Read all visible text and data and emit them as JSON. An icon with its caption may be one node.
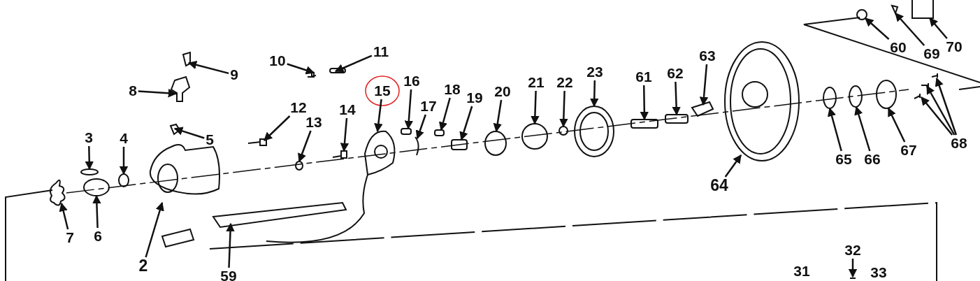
{
  "diagram": {
    "nodes": [
      {
        "text": [
          "9"
        ]
      },
      {
        "text": [
          "10"
        ]
      },
      {
        "text": [
          "11"
        ]
      },
      {
        "text": [
          "8"
        ]
      },
      {
        "text": [
          "12"
        ]
      },
      {
        "text": [
          "5"
        ]
      },
      {
        "text": [
          "3"
        ]
      },
      {
        "text": [
          "4"
        ]
      },
      {
        "text": [
          "13"
        ]
      },
      {
        "text": [
          "14"
        ]
      },
      {
        "text": [
          "15"
        ]
      },
      {
        "text": [
          "16"
        ]
      },
      {
        "text": [
          "17"
        ]
      },
      {
        "text": [
          "18"
        ]
      },
      {
        "text": [
          "19"
        ]
      },
      {
        "text": [
          "20"
        ]
      },
      {
        "text": [
          "21"
        ]
      },
      {
        "text": [
          "22"
        ]
      },
      {
        "text": [
          "23"
        ]
      },
      {
        "text": [
          "61"
        ]
      },
      {
        "text": [
          "62"
        ]
      },
      {
        "text": [
          "63"
        ]
      },
      {
        "text": [
          "60"
        ]
      },
      {
        "text": [
          "69"
        ]
      },
      {
        "text": [
          "70"
        ]
      },
      {
        "text": [
          "65"
        ]
      },
      {
        "text": [
          "66"
        ]
      },
      {
        "text": [
          "67"
        ]
      },
      {
        "text": [
          "68"
        ]
      },
      {
        "text": [
          "64"
        ]
      },
      {
        "text": [
          "7"
        ]
      },
      {
        "text": [
          "6"
        ]
      },
      {
        "text": [
          "2"
        ]
      },
      {
        "text": [
          "59"
        ]
      },
      {
        "text": [
          "32"
        ]
      },
      {
        "text": [],
        "shape": "picture"
      },
      {
        "text": [],
        "shape": "picture"
      },
      {
        "text": [],
        "shape": "box"
      },
      {
        "text": [],
        "shape": "picture"
      },
      {
        "text": [],
        "shape": "picture"
      },
      {
        "text": [],
        "shape": "picture"
      },
      {
        "text": [],
        "shape": "circle"
      },
      {
        "text": [],
        "shape": "circle"
      },
      {
        "text": [],
        "shape": "circle"
      },
      {
        "text": [],
        "shape": "picture"
      },
      {
        "text": [],
        "shape": "picture"
      },
      {
        "text": [],
        "shape": "box"
      },
      {
        "text": [],
        "shape": "picture"
      },
      {
        "text": [],
        "shape": "box"
      },
      {
        "text": [],
        "shape": "box"
      },
      {
        "text": [],
        "shape": "circle"
      },
      {
        "text": [],
        "shape": "circle"
      },
      {
        "text": [],
        "shape": "circle"
      },
      {
        "text": [],
        "shape": "picture"
      },
      {
        "text": [],
        "shape": "box"
      },
      {
        "text": [],
        "shape": "box"
      },
      {
        "text": [],
        "shape": "picture"
      },
      {
        "text": [],
        "shape": "circle"
      },
      {
        "text": [],
        "shape": "picture"
      },
      {
        "text": [],
        "shape": "picture"
      },
      {
        "text": [],
        "shape": "circle"
      },
      {
        "text": [],
        "shape": "circle"
      },
      {
        "text": [],
        "shape": "circle"
      },
      {
        "text": [],
        "shape": "picture"
      },
      {
        "text": [],
        "shape": "picture"
      },
      {
        "text": [],
        "shape": "picture"
      },
      {
        "text": [],
        "shape": "picture"
      },
      {
        "text": [],
        "shape": "picture"
      },
      {
        "text": [],
        "shape": "circle"
      },
      {
        "text": [],
        "shape": "picture"
      },
      {
        "text": [],
        "shape": "picture"
      },
      {
        "text": [],
        "shape": "picture"
      }
    ],
    "edges": [
      {
        "from": 0,
        "to": 35,
        "arrow": "to"
      },
      {
        "from": 1,
        "to": 36,
        "arrow": "to"
      },
      {
        "from": 2,
        "to": 37,
        "arrow": "to"
      },
      {
        "from": 3,
        "to": 38,
        "arrow": "to"
      },
      {
        "from": 4,
        "to": 39,
        "arrow": "to"
      },
      {
        "from": 5,
        "to": 40,
        "arrow": "to"
      },
      {
        "from": 6,
        "to": 41,
        "arrow": "to"
      },
      {
        "from": 7,
        "to": 42,
        "arrow": "to"
      },
      {
        "from": 8,
        "to": 43,
        "arrow": "to"
      },
      {
        "from": 9,
        "to": 44,
        "arrow": "to"
      },
      {
        "from": 10,
        "to": 45,
        "arrow": "to"
      },
      {
        "from": 11,
        "to": 46,
        "arrow": "to"
      },
      {
        "from": 12,
        "to": 47,
        "arrow": "to"
      },
      {
        "from": 13,
        "to": 48,
        "arrow": "to"
      },
      {
        "from": 14,
        "to": 49,
        "arrow": "to"
      },
      {
        "from": 15,
        "to": 50,
        "arrow": "to"
      },
      {
        "from": 16,
        "to": 51,
        "arrow": "to"
      },
      {
        "from": 17,
        "to": 52,
        "arrow": "to"
      },
      {
        "from": 18,
        "to": 53,
        "arrow": "to"
      },
      {
        "from": 19,
        "to": 54,
        "arrow": "to"
      },
      {
        "from": 20,
        "to": 55,
        "arrow": "to"
      },
      {
        "from": 21,
        "to": 56,
        "arrow": "to"
      },
      {
        "from": 22,
        "to": 57,
        "arrow": "to"
      },
      {
        "from": 23,
        "to": 58,
        "arrow": "to"
      },
      {
        "from": 24,
        "to": 59,
        "arrow": "to"
      },
      {
        "from": 25,
        "to": 60,
        "arrow": "to"
      },
      {
        "from": 26,
        "to": 61,
        "arrow": "to"
      },
      {
        "from": 27,
        "to": 62,
        "arrow": "to"
      },
      {
        "from": 28,
        "to": 63,
        "arrow": "to"
      },
      {
        "from": 28,
        "to": 64,
        "arrow": "to"
      },
      {
        "from": 28,
        "to": 65,
        "arrow": "to"
      },
      {
        "from": 29,
        "to": 66,
        "arrow": "to"
      },
      {
        "from": 30,
        "to": 67,
        "arrow": "to"
      },
      {
        "from": 31,
        "to": 68,
        "arrow": "to"
      },
      {
        "from": 32,
        "to": 69,
        "arrow": "to"
      },
      {
        "from": 33,
        "to": 70,
        "arrow": "to"
      },
      {
        "from": 34,
        "to": 71,
        "arrow": "to"
      }
    ],
    "labels": [
      "31",
      "33"
    ]
  }
}
